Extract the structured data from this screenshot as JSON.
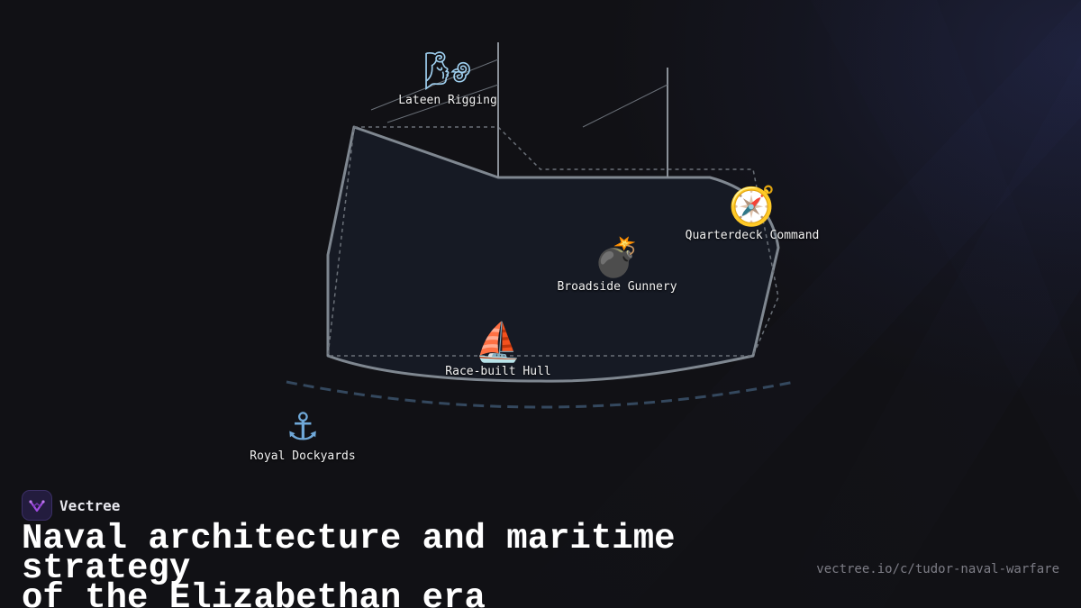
{
  "brand": {
    "name": "Vectree",
    "accent": "#a04be0"
  },
  "headline": {
    "line1": "Naval architecture and maritime strategy",
    "line2": "of the Elizabethan era"
  },
  "url": "vectree.io/c/tudor-naval-warfare",
  "nodes": {
    "rigging": {
      "label": "Lateen Rigging",
      "icon": "wind-icon"
    },
    "quarterdeck": {
      "label": "Quarterdeck Command",
      "icon": "compass-icon"
    },
    "gunnery": {
      "label": "Broadside Gunnery",
      "icon": "bomb-icon"
    },
    "hull": {
      "label": "Race-built Hull",
      "icon": "sailboat-icon"
    },
    "dockyards": {
      "label": "Royal Dockyards",
      "icon": "anchor-icon"
    }
  },
  "colors": {
    "background": "#111115",
    "hull_fill": "#161a24",
    "hull_stroke": "#7f8790",
    "waterline": "#34485e"
  }
}
